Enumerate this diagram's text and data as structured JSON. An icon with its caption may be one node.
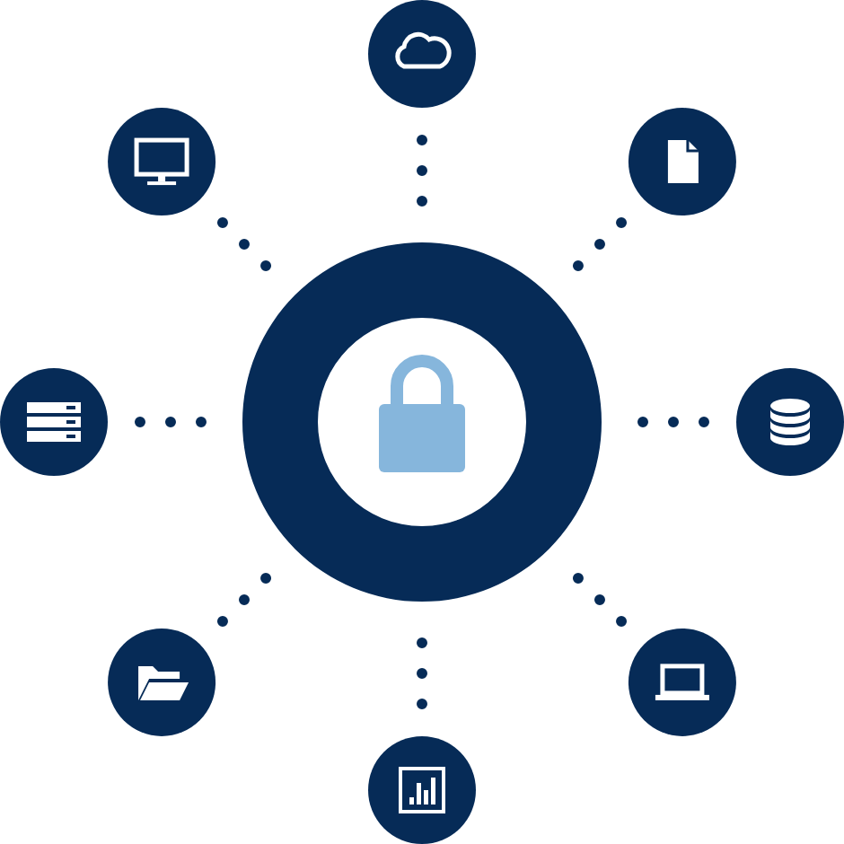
{
  "diagram": {
    "nodes": [
      {
        "text": [],
        "shape": "circle"
      },
      {
        "text": [],
        "shape": "circle"
      },
      {
        "text": [],
        "shape": "circle"
      },
      {
        "text": [],
        "shape": "circle"
      },
      {
        "text": [],
        "shape": "circle"
      },
      {
        "text": [],
        "shape": "circle"
      },
      {
        "text": [],
        "shape": "circle"
      },
      {
        "text": [],
        "shape": "circle"
      },
      {
        "text": [],
        "shape": "circle"
      }
    ],
    "edges": [
      {
        "from": 0,
        "to": 1,
        "arrow": "none"
      },
      {
        "from": 0,
        "to": 2,
        "arrow": "none"
      },
      {
        "from": 0,
        "to": 3,
        "arrow": "none"
      },
      {
        "from": 0,
        "to": 4,
        "arrow": "none"
      },
      {
        "from": 0,
        "to": 5,
        "arrow": "none"
      },
      {
        "from": 0,
        "to": 6,
        "arrow": "none"
      },
      {
        "from": 0,
        "to": 7,
        "arrow": "none"
      },
      {
        "from": 0,
        "to": 8,
        "arrow": "none"
      }
    ]
  }
}
